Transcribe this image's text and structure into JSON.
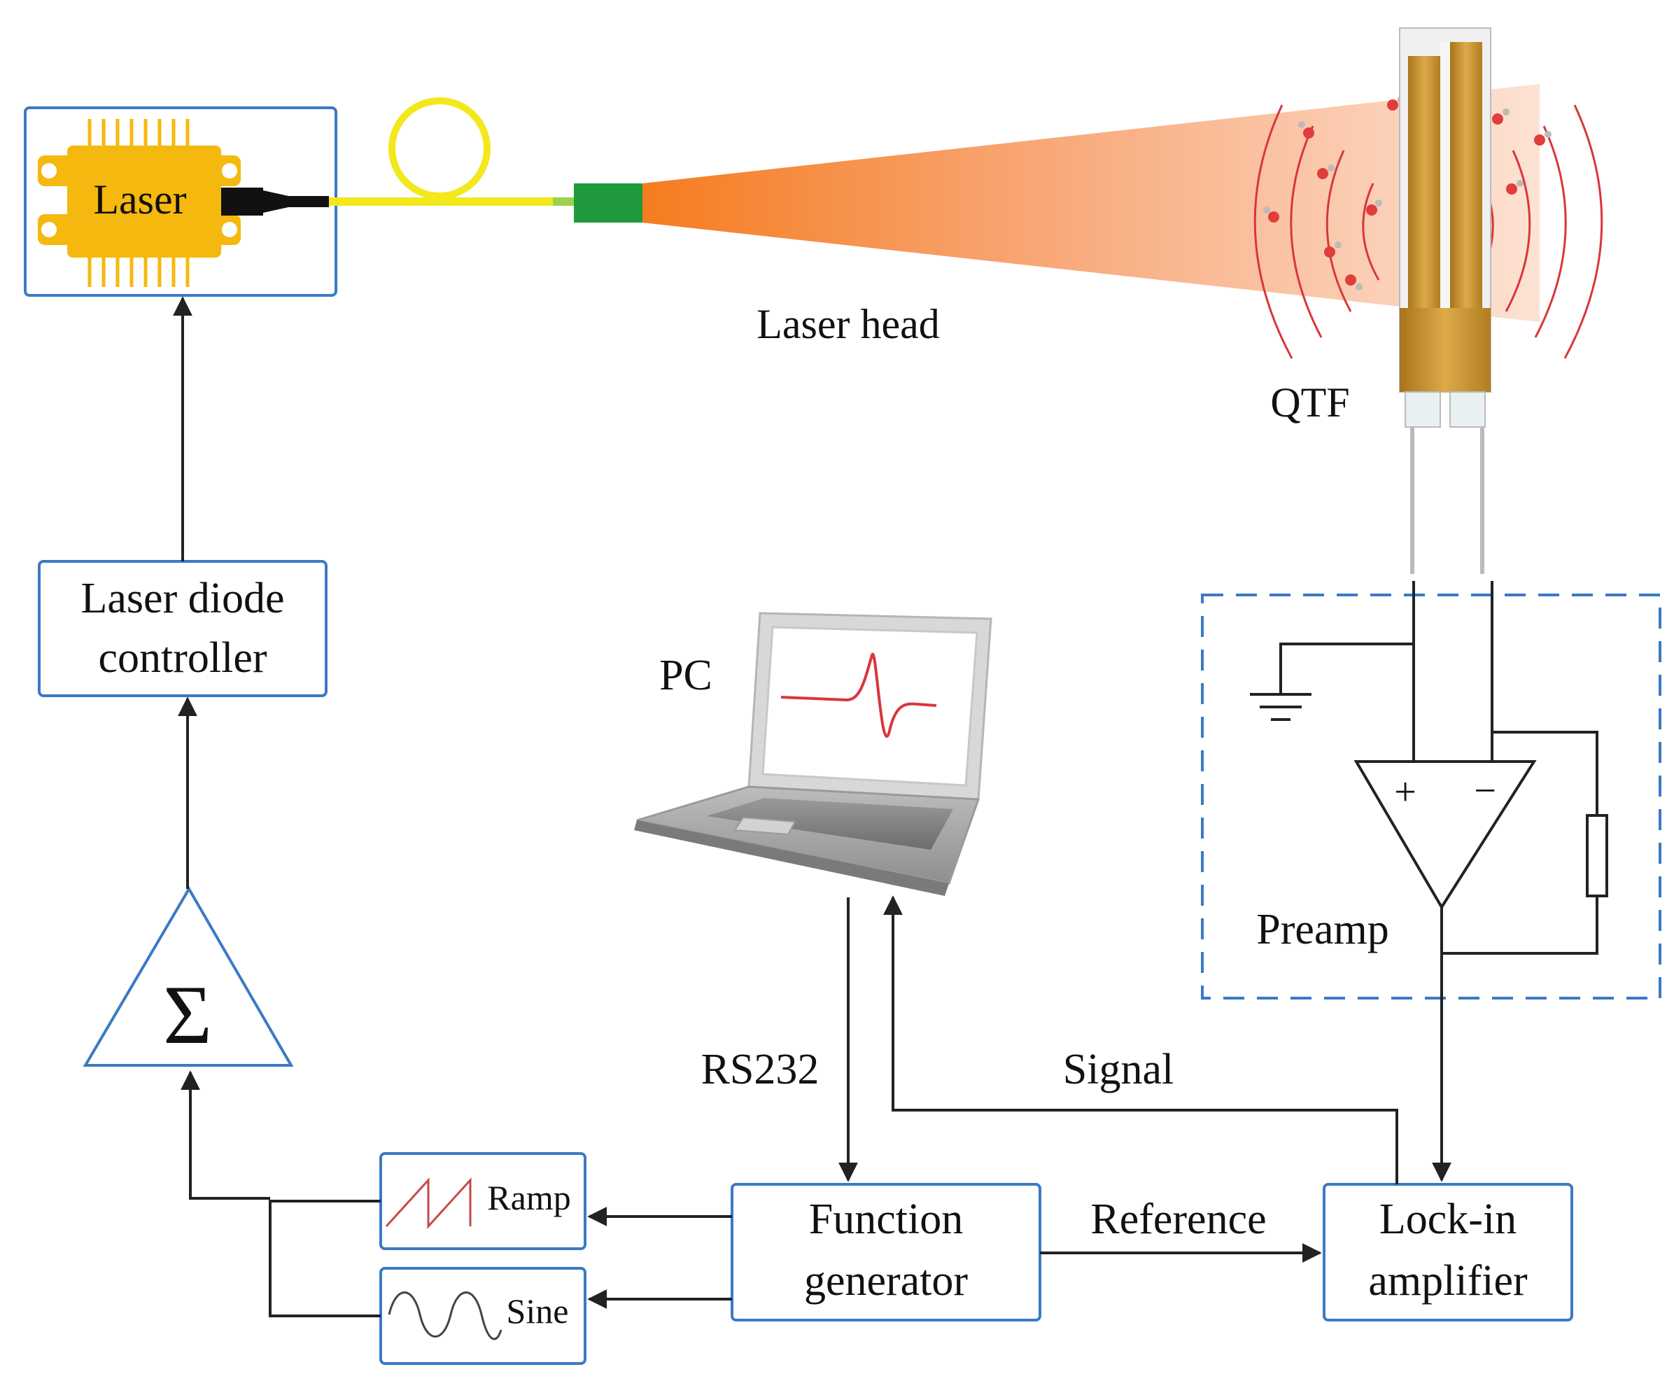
{
  "labels": {
    "laser": "Laser",
    "laser_head": "Laser head",
    "qtf": "QTF",
    "laser_diode_controller_line1": "Laser diode",
    "laser_diode_controller_line2": "controller",
    "pc": "PC",
    "preamp": "Preamp",
    "plus": "+",
    "minus": "−",
    "summer": "Σ",
    "rs232": "RS232",
    "signal": "Signal",
    "ramp": "Ramp",
    "sine": "Sine",
    "function_generator_line1": "Function",
    "function_generator_line2": "generator",
    "reference": "Reference",
    "lockin_line1": "Lock-in",
    "lockin_line2": "amplifier"
  },
  "colors": {
    "box_border": "#3a7ac4",
    "dashed_border": "#3a7ac4",
    "laser_chip": "#f5b80e",
    "fiber": "#f2e81c",
    "collimator": "#1f9a3c",
    "beam_start": "#f57c1f",
    "beam_end": "#fde2d4",
    "qtf_gold": "#c9912a",
    "acoustic_wave": "#d9363b",
    "ramp_wave": "#c44a4a",
    "sine_wave": "#444444",
    "pc_signal": "#d9363b",
    "wire": "#222222"
  },
  "icons": {
    "laser_package": "laser-butterfly-package-icon",
    "fiber_loop": "fiber-loop-icon",
    "collimator": "collimator-icon",
    "qtf": "quartz-tuning-fork-icon",
    "laptop": "laptop-icon",
    "ground": "ground-symbol-icon",
    "opamp": "op-amp-triangle-icon",
    "resistor": "feedback-resistor-icon",
    "summer": "sum-triangle-icon",
    "ramp": "ramp-wave-icon",
    "sine": "sine-wave-icon"
  }
}
